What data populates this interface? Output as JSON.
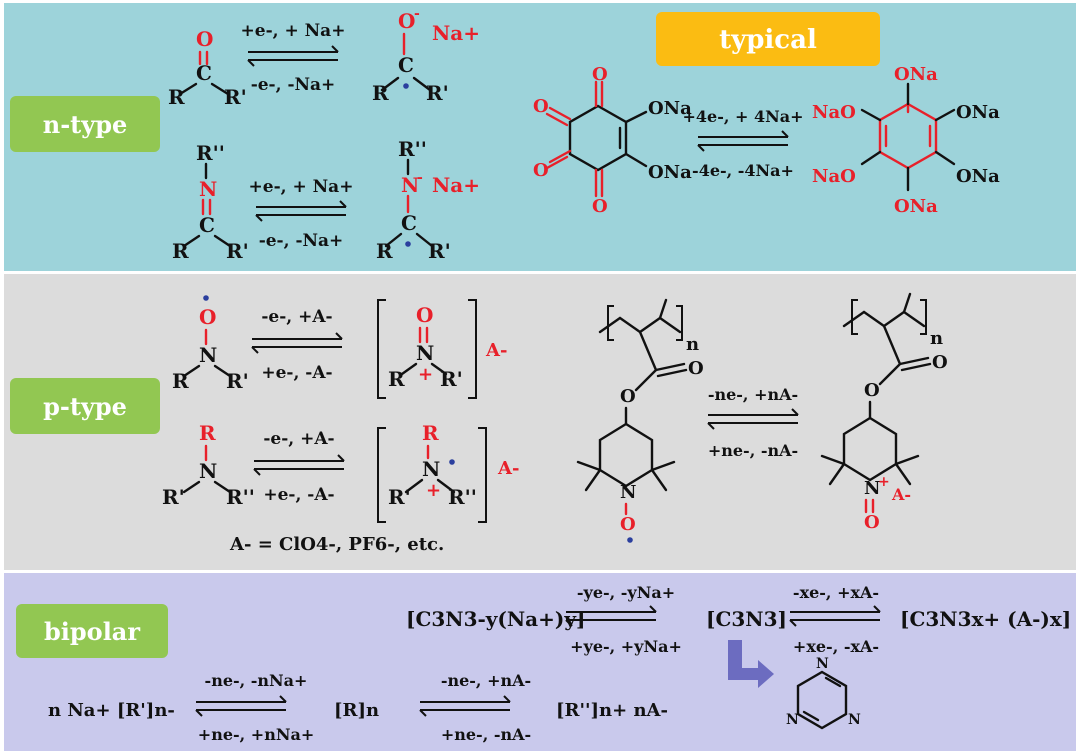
{
  "colors": {
    "ntype_bg": "#9dd3da",
    "ptype_bg": "#dcdcdc",
    "bipolar_bg": "#c9c9ec",
    "label_green": "#92c752",
    "typical_orange": "#fbbc12",
    "red": "#e8202a",
    "radical_blue": "#2b3f9e",
    "arrow_purple": "#6c6cc0"
  },
  "labels": {
    "ntype": "n-type",
    "ptype": "p-type",
    "bipolar": "bipolar",
    "typical": "typical"
  },
  "atoms": {
    "O": "O",
    "N": "N",
    "R": "R",
    "Rp": "R'",
    "Rpp": "R''",
    "ONa": "ONa",
    "NaO": "NaO",
    "Na_plus": "Na+",
    "minus": "-",
    "plus": "+",
    "Aminus": "A-",
    "n": "n"
  },
  "ntype": {
    "carbonyl_fwd": "+e-, + Na+",
    "carbonyl_rev": "-e-, -Na+",
    "imine_fwd": "+e-, + Na+",
    "imine_rev": "-e-, -Na+",
    "typical_fwd": "+4e-, + 4Na+",
    "typical_rev": "-4e-, -4Na+"
  },
  "ptype": {
    "nitroxide_fwd": "-e-, +A-",
    "nitroxide_rev": "+e-, -A-",
    "amine_fwd": "-e-, +A-",
    "amine_rev": "+e-, -A-",
    "polymer_fwd": "-ne-, +nA-",
    "polymer_rev": "+ne-, -nA-",
    "anion_note": "A- = ClO4-, PF6-, etc."
  },
  "bipolar": {
    "c3n3_red": "[C3N3-y(Na+)y]",
    "red_fwd": "-ye-, -yNa+",
    "red_rev": "+ye-, +yNa+",
    "c3n3_neutral": "[C3N3]",
    "ox_fwd": "-xe-, +xA-",
    "ox_rev": "+xe-, -xA-",
    "c3n3_ox": "[C3N3x+ (A-)x]",
    "poly_left": "n Na+ [R']n-",
    "poly_fwd1": "-ne-, -nNa+",
    "poly_rev1": "+ne-, +nNa+",
    "poly_mid": "[R]n",
    "poly_fwd2": "-ne-, +nA-",
    "poly_rev2": "+ne-, -nA-",
    "poly_right": "[R'']n+ nA-"
  }
}
